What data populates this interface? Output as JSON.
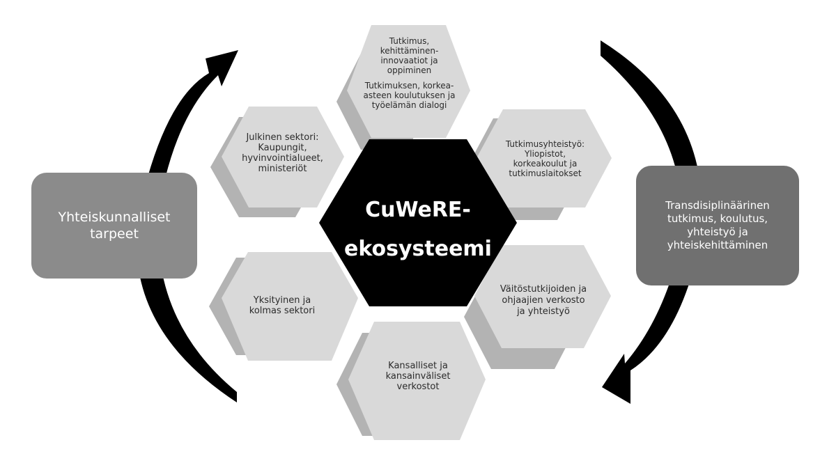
{
  "center": {
    "line1": "CuWeRE-",
    "line2": "ekosysteemi"
  },
  "left_box": {
    "label": "Yhteiskunnalliset tarpeet"
  },
  "right_box": {
    "label": "Transdisiplinäärinen tutkimus, koulutus, yhteistyö ja yhteiskehittäminen"
  },
  "hexagons": {
    "top": {
      "line1": "Tutkimus,",
      "line2": "kehittäminen-",
      "line3": "innovaatiot ja",
      "line4": "oppiminen",
      "line5": "Tutkimuksen, korkea-",
      "line6": "asteen koulutuksen ja",
      "line7": "työelämän dialogi"
    },
    "upper_left": {
      "line1": "Julkinen sektori:",
      "line2": "Kaupungit,",
      "line3": "hyvinvointialueet,",
      "line4": "ministeriöt"
    },
    "upper_right": {
      "line1": "Tutkimusyhteistyö:",
      "line2": "Yliopistot,",
      "line3": "korkeakoulut ja",
      "line4": "tutkimuslaitokset"
    },
    "lower_left": {
      "line1": "Yksityinen ja",
      "line2": "kolmas sektori"
    },
    "lower_right": {
      "line1": "Väitöstutkijoiden ja",
      "line2": "ohjaajien verkosto",
      "line3": "ja yhteistyö"
    },
    "bottom": {
      "line1": "Kansalliset ja",
      "line2": "kansainväliset",
      "line3": "verkostot"
    }
  },
  "colors": {
    "hex_fill": "#d9d9d9",
    "hex_shadow": "#b3b3b3",
    "center_fill": "#000000",
    "left_box": "#8b8b8b",
    "right_box": "#707070",
    "arrows": "#000000"
  }
}
